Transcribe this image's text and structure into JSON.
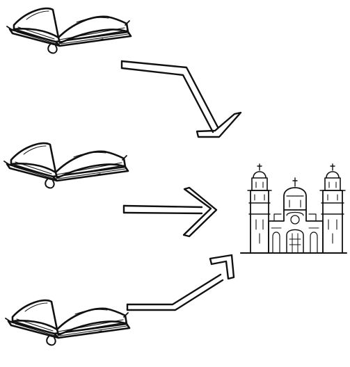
{
  "diagram": {
    "style": "hand-drawn ink sketch",
    "ink_color": "#111111",
    "paper_color": "#ffffff",
    "sources": [
      {
        "icon": "open-book-icon"
      },
      {
        "icon": "open-book-icon"
      },
      {
        "icon": "open-book-icon"
      }
    ],
    "connectors": [
      {
        "from": 0,
        "to": "target",
        "icon": "arrow-icon"
      },
      {
        "from": 1,
        "to": "target",
        "icon": "arrow-icon"
      },
      {
        "from": 2,
        "to": "target",
        "icon": "arrow-icon"
      }
    ],
    "target": {
      "icon": "cathedral-icon"
    }
  }
}
